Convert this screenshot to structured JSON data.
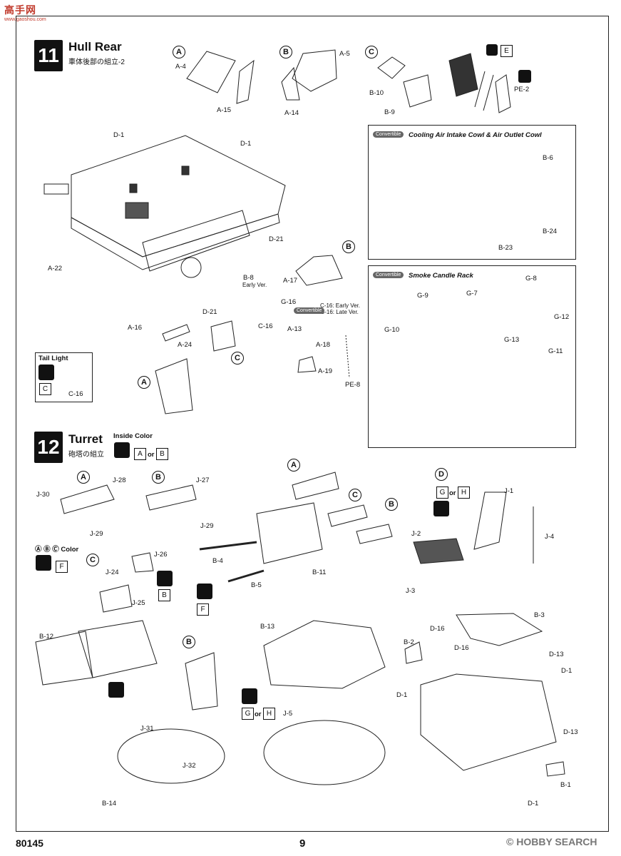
{
  "watermark": {
    "text": "高手网",
    "url": "www.gaoshou.com"
  },
  "step11": {
    "number": "11",
    "title": "Hull Rear",
    "subtitle": "車体後部の組立-2",
    "callouts": [
      "A",
      "B",
      "C"
    ],
    "labels": {
      "a4": "A-4",
      "a15": "A-15",
      "a5": "A-5",
      "a14": "A-14",
      "b10": "B-10",
      "b9": "B-9",
      "pe2": "PE-2",
      "colorE": "E",
      "d1a": "D-1",
      "d1b": "D-1",
      "a22": "A-22",
      "d21a": "D-21",
      "d21b": "D-21",
      "b8": "B-8",
      "early": "Early Ver.",
      "a17": "A-17",
      "g16": "G-16",
      "c16": "C-16",
      "c16early": "C-16: Early Ver.",
      "g16late": "G-16: Late Ver.",
      "convertible": "Convertible",
      "a13": "A-13",
      "a18": "A-18",
      "a19": "A-19",
      "pe8": "PE-8",
      "a16": "A-16",
      "a24": "A-24"
    },
    "tail_light": {
      "title": "Tail Light",
      "color": "C",
      "part": "C-16"
    },
    "box_cooling": {
      "badge": "Convertible",
      "title": "Cooling Air Intake Cowl & Air Outlet Cowl",
      "b6": "B-6",
      "b24": "B-24",
      "b23": "B-23"
    },
    "box_smoke": {
      "badge": "Convertible",
      "title": "Smoke Candle Rack",
      "g8": "G-8",
      "g9": "G-9",
      "g7": "G-7",
      "g10": "G-10",
      "g12": "G-12",
      "g13": "G-13",
      "g11": "G-11"
    }
  },
  "step12": {
    "number": "12",
    "title": "Turret",
    "subtitle": "砲塔の組立",
    "inside_color": {
      "title": "Inside Color",
      "a": "A",
      "or": "or",
      "b": "B"
    },
    "labels": {
      "j28": "J-28",
      "j30": "J-30",
      "j29a": "J-29",
      "j27": "J-27",
      "j29b": "J-29",
      "abc_color": "Color",
      "f": "F",
      "j24": "J-24",
      "j26": "J-26",
      "j25": "J-25",
      "colB": "B",
      "b4": "B-4",
      "b5": "B-5",
      "b11": "B-11",
      "colF": "F",
      "j1": "J-1",
      "j2": "J-2",
      "j3": "J-3",
      "j4": "J-4",
      "g": "G",
      "or": "or",
      "h": "H",
      "b12": "B-12",
      "b13": "B-13",
      "j5": "J-5",
      "j31": "J-31",
      "j32": "J-32",
      "b14": "B-14",
      "b3": "B-3",
      "d16a": "D-16",
      "d16b": "D-16",
      "b2": "B-2",
      "d13a": "D-13",
      "d13b": "D-13",
      "d1a": "D-1",
      "d1b": "D-1",
      "d1c": "D-1",
      "b1": "B-1"
    }
  },
  "footer": {
    "code": "80145",
    "page": "9",
    "brand": "HOBBY SEARCH"
  }
}
